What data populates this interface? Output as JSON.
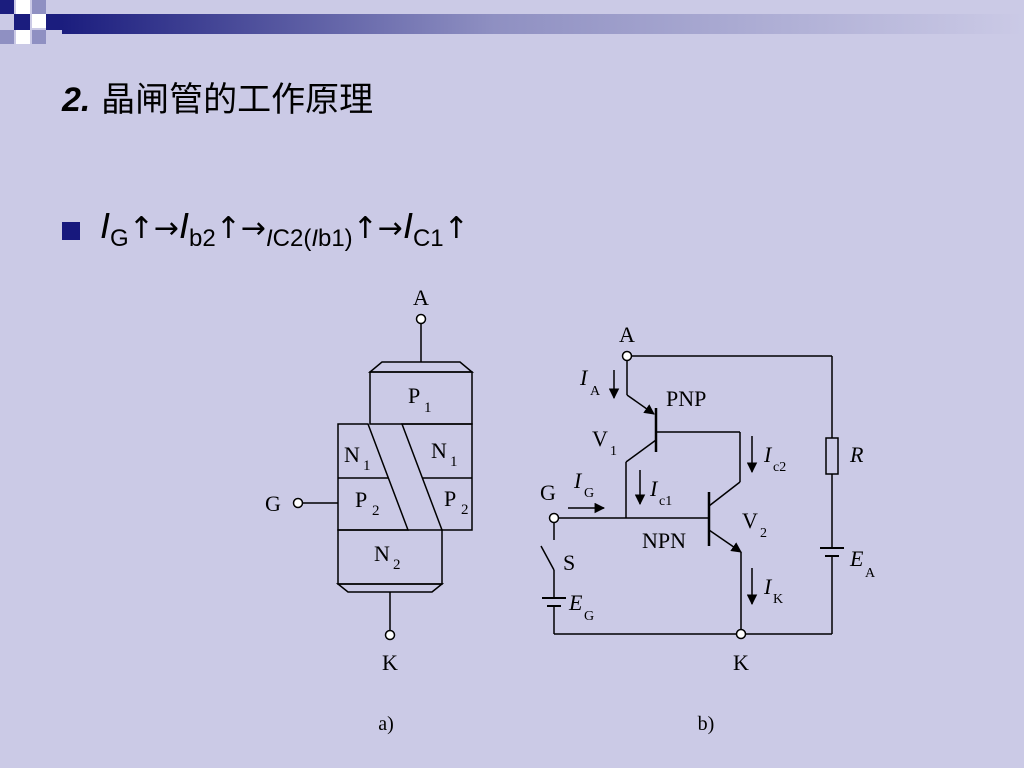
{
  "title": {
    "number": "2.",
    "text": "晶闸管的工作原理"
  },
  "formula": {
    "ig_sym": "I",
    "ig_sub": "G",
    "arrow1": "↑→",
    "ib2_sym": "I",
    "ib2_sub": "b2",
    "arrow2": "↑→",
    "ic2_sym": "I",
    "ic2_sub_pre": "C2(",
    "ib1_sym": "I",
    "ic2_sub_post": "b1)",
    "arrow3": "↑→",
    "ic1_sym": "I",
    "ic1_sub": "C1",
    "arrow4": "↑"
  },
  "diagram_a": {
    "terminal_a": "A",
    "terminal_k": "K",
    "terminal_g": "G",
    "p1": "P",
    "p1_sub": "1",
    "n1_left": "N",
    "n1_left_sub": "1",
    "n1_right": "N",
    "n1_right_sub": "1",
    "p2_left": "P",
    "p2_left_sub": "2",
    "p2_right": "P",
    "p2_right_sub": "2",
    "n2": "N",
    "n2_sub": "2",
    "caption": "a)"
  },
  "diagram_b": {
    "terminal_a": "A",
    "terminal_k": "K",
    "terminal_g": "G",
    "ia": "I",
    "ia_sub": "A",
    "pnp": "PNP",
    "v1": "V",
    "v1_sub": "1",
    "ic2": "I",
    "ic2_sub": "c2",
    "r": "R",
    "ig": "I",
    "ig_sub": "G",
    "ic1": "I",
    "ic1_sub": "c1",
    "v2": "V",
    "v2_sub": "2",
    "npn": "NPN",
    "s": "S",
    "ea": "E",
    "ea_sub": "A",
    "ik": "I",
    "ik_sub": "K",
    "eg": "E",
    "eg_sub": "G",
    "caption": "b)"
  }
}
